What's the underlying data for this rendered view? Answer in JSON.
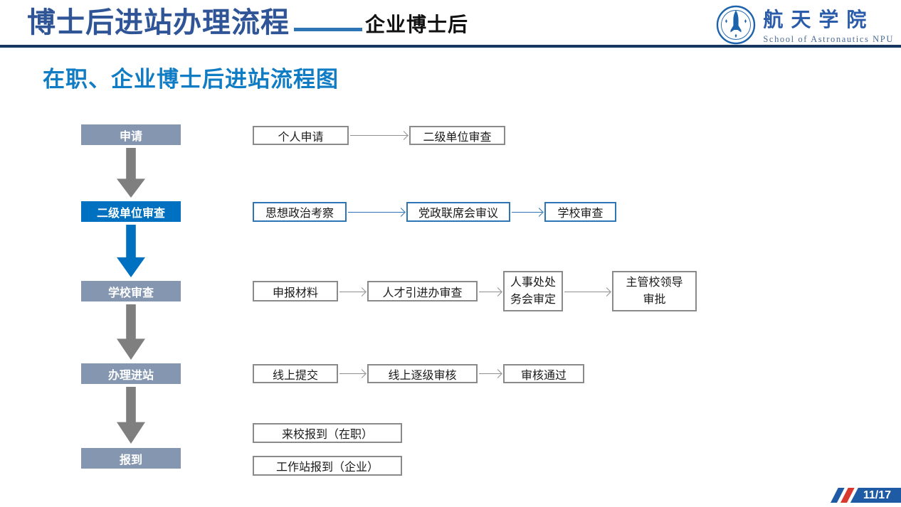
{
  "header": {
    "title": "博士后进站办理流程",
    "title_suffix": "企业博士后",
    "logo_cn": "航天学院",
    "logo_en": "School of Astronautics NPU"
  },
  "section": {
    "title": "在职、企业博士后进站流程图"
  },
  "flow": {
    "stages": [
      {
        "label": "申请"
      },
      {
        "label": "二级单位审查"
      },
      {
        "label": "学校审查"
      },
      {
        "label": "办理进站"
      },
      {
        "label": "报到"
      }
    ],
    "row1": {
      "steps": [
        "个人申请",
        "二级单位审查"
      ]
    },
    "row2": {
      "steps": [
        "思想政治考察",
        "党政联席会审议",
        "学校审查"
      ]
    },
    "row3": {
      "steps": [
        "申报材料",
        "人才引进办审查",
        "人事处处\n务会审定",
        "主管校领导\n审批"
      ]
    },
    "row4": {
      "steps": [
        "线上提交",
        "线上逐级审核",
        "审核通过"
      ]
    },
    "row5": {
      "steps": [
        "来校报到（在职）",
        "工作站报到（企业）"
      ]
    }
  },
  "footer": {
    "page": "11/17"
  },
  "colors": {
    "title_blue": "#2F5597",
    "subtitle_blue": "#0F7CC4",
    "header_line_navy": "#17365D",
    "stage_gray_blue": "#8496B0",
    "stage_highlight_blue": "#0070C0",
    "flow_border_gray": "#8A8A8A",
    "flow_border_blue": "#2E75B6",
    "badge_blue": "#1E5BA4",
    "badge_red": "#D8382E"
  }
}
